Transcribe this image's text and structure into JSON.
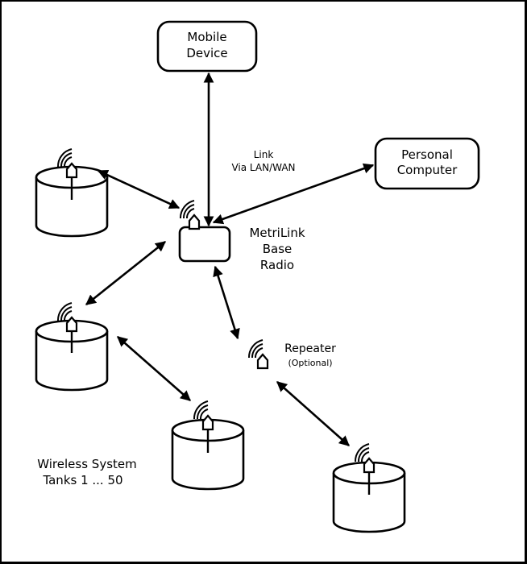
{
  "nodes": {
    "mobile_device": {
      "line1": "Mobile",
      "line2": "Device"
    },
    "personal_computer": {
      "line1": "Personal",
      "line2": "Computer"
    },
    "base_radio": {
      "line1": "MetriLink",
      "line2": "Base",
      "line3": "Radio"
    },
    "repeater": {
      "label": "Repeater",
      "note": "(Optional)"
    }
  },
  "link_label": {
    "line1": "Link",
    "line2": "Via LAN/WAN"
  },
  "system_label": {
    "line1": "Wireless System",
    "line2": "Tanks 1 ... 50"
  },
  "icons": {
    "radio": "wireless-house-icon",
    "tank": "tank-icon"
  },
  "colors": {
    "stroke": "#000000",
    "background": "#ffffff"
  }
}
